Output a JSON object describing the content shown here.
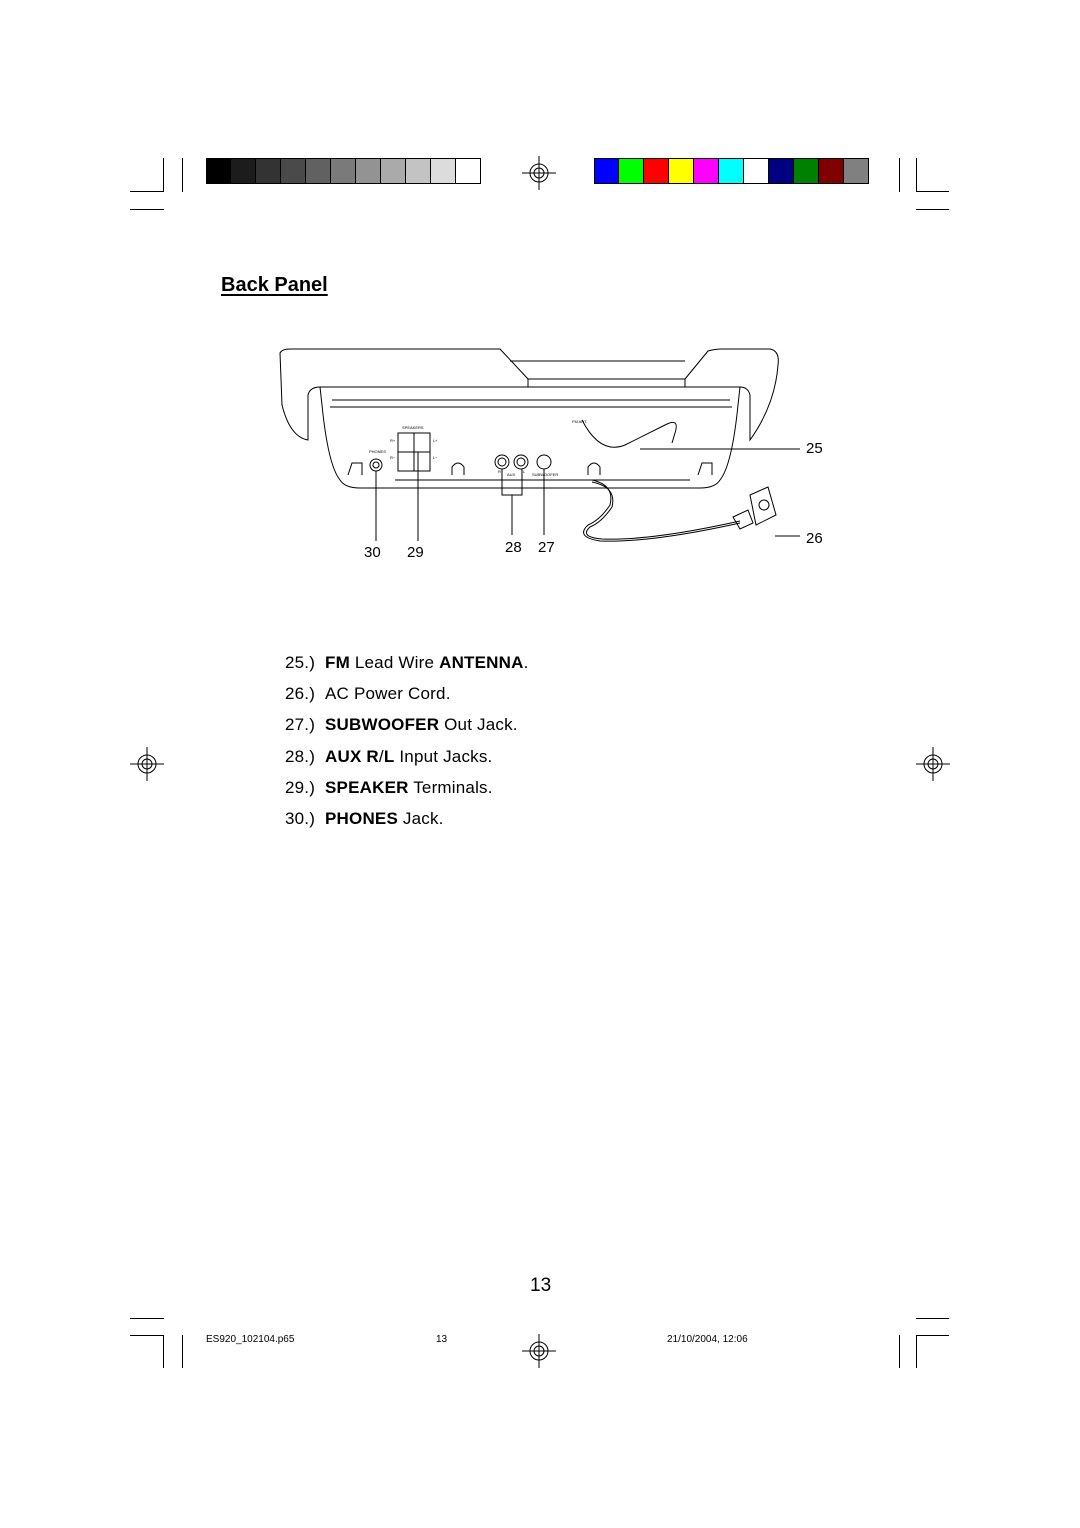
{
  "page": {
    "heading": "Back Panel",
    "page_number": "13"
  },
  "diagram": {
    "panel_labels": {
      "speakers": "SPEAKERS",
      "phones": "PHONES",
      "fm_ant": "FM ANT.",
      "aux": "AUX",
      "aux_r": "R",
      "aux_l": "L",
      "subwoofer": "SUBWOOFER",
      "spk_r_plus": "R+",
      "spk_r_minus": "R−",
      "spk_l_plus": "L+",
      "spk_l_minus": "L−"
    },
    "callouts": {
      "c25": "25",
      "c26": "26",
      "c27": "27",
      "c28": "28",
      "c29": "29",
      "c30": "30"
    }
  },
  "items": [
    {
      "num": "25.)",
      "parts": [
        {
          "t": "FM",
          "b": true
        },
        {
          "t": " Lead Wire ",
          "b": false
        },
        {
          "t": "ANTENNA",
          "b": true
        },
        {
          "t": ".",
          "b": false
        }
      ]
    },
    {
      "num": "26.)",
      "parts": [
        {
          "t": "AC Power Cord.",
          "b": false
        }
      ]
    },
    {
      "num": "27.)",
      "parts": [
        {
          "t": "SUBWOOFER",
          "b": true
        },
        {
          "t": " Out Jack.",
          "b": false
        }
      ]
    },
    {
      "num": "28.)",
      "parts": [
        {
          "t": "AUX R",
          "b": true
        },
        {
          "t": "/",
          "b": false
        },
        {
          "t": "L",
          "b": true
        },
        {
          "t": " Input Jacks.",
          "b": false
        }
      ]
    },
    {
      "num": "29.)",
      "parts": [
        {
          "t": "SPEAKER",
          "b": true
        },
        {
          "t": " Terminals.",
          "b": false
        }
      ]
    },
    {
      "num": "30.)",
      "parts": [
        {
          "t": "PHONES",
          "b": true
        },
        {
          "t": " Jack.",
          "b": false
        }
      ]
    }
  ],
  "footer": {
    "file": "ES920_102104.p65",
    "page": "13",
    "datetime": "21/10/2004, 12:06"
  },
  "colors": {
    "gray_bar": [
      "#000000",
      "#1c1c1c",
      "#333333",
      "#4a4a4a",
      "#616161",
      "#7a7a7a",
      "#939393",
      "#aaaaaa",
      "#c3c3c3",
      "#dcdcdc",
      "#ffffff"
    ],
    "color_bar": [
      "#0000ff",
      "#00ff00",
      "#ff0000",
      "#ffff00",
      "#ff00ff",
      "#00ffff",
      "#ffffff",
      "#000080",
      "#008000",
      "#800000",
      "#808080"
    ]
  }
}
